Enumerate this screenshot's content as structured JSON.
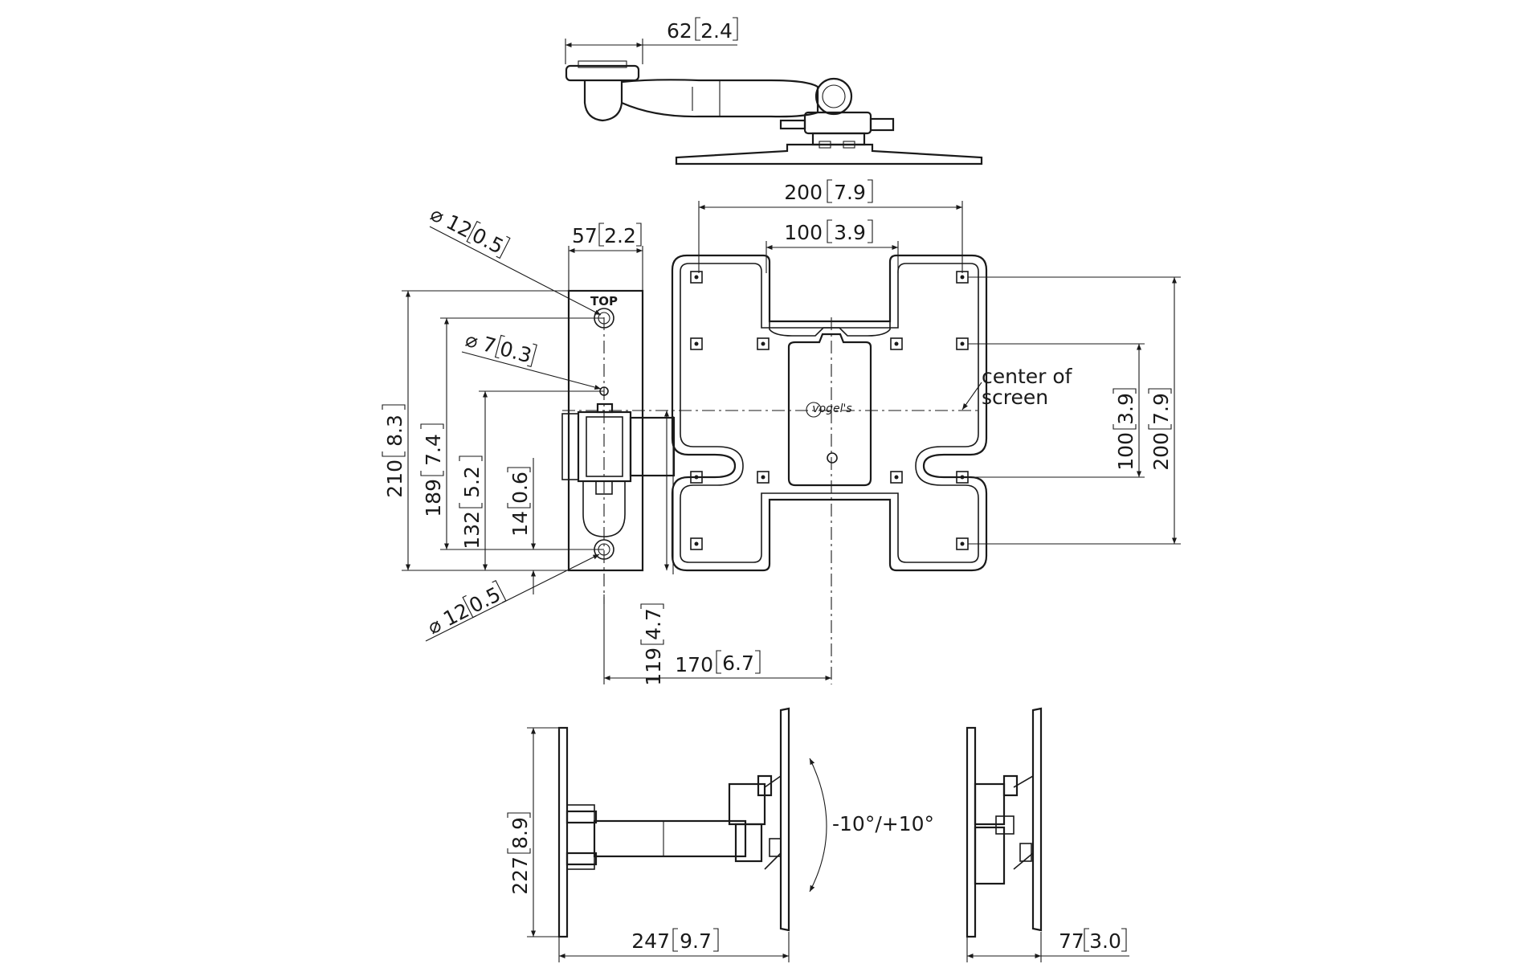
{
  "dimensions": {
    "top_arm_offset": {
      "mm": "62",
      "in": "2.4"
    },
    "vesa_outer_width": {
      "mm": "200",
      "in": "7.9"
    },
    "vesa_inner_width": {
      "mm": "100",
      "in": "3.9"
    },
    "wall_plate_width": {
      "mm": "57",
      "in": "2.2"
    },
    "hole_top_diameter": {
      "symbol": "⌀",
      "mm": "12",
      "in": "0.5"
    },
    "hole_small_diameter": {
      "symbol": "⌀",
      "mm": "7",
      "in": "0.3"
    },
    "hole_bottom_diameter": {
      "symbol": "⌀",
      "mm": "12",
      "in": "0.5"
    },
    "wall_plate_height": {
      "mm": "210",
      "in": "8.3"
    },
    "hole_spacing": {
      "mm": "189",
      "in": "7.4"
    },
    "pivot_height": {
      "mm": "132",
      "in": "5.2"
    },
    "bottom_hole_offset": {
      "mm": "14",
      "in": "0.6"
    },
    "screen_center_drop": {
      "mm": "119",
      "in": "4.7"
    },
    "screen_center_offset": {
      "mm": "170",
      "in": "6.7"
    },
    "vesa_inner_height": {
      "mm": "100",
      "in": "3.9"
    },
    "vesa_outer_height": {
      "mm": "200",
      "in": "7.9"
    },
    "side_height": {
      "mm": "227",
      "in": "8.9"
    },
    "max_depth": {
      "mm": "247",
      "in": "9.7"
    },
    "min_depth": {
      "mm": "77",
      "in": "3.0"
    }
  },
  "labels": {
    "top_marker": "TOP",
    "center_line1": "center of",
    "center_line2": "screen",
    "tilt": "-10°/+10°",
    "brand": "vogel's"
  }
}
